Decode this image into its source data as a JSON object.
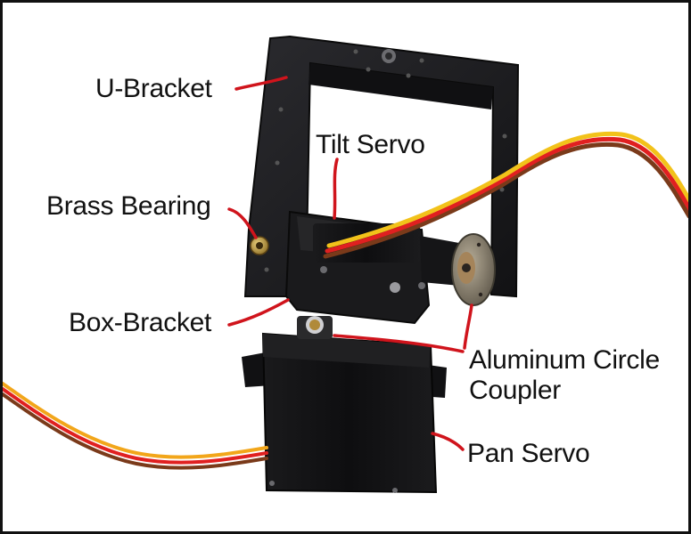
{
  "labels": {
    "u_bracket": "U-Bracket",
    "tilt_servo": "Tilt Servo",
    "brass_bearing": "Brass Bearing",
    "box_bracket": "Box-Bracket",
    "aluminum_circle_coupler": "Aluminum Circle\nCoupler",
    "pan_servo": "Pan Servo"
  },
  "colors": {
    "frame_border": "#111111",
    "leader_line": "#d0141c",
    "bracket": "#1c1c1e",
    "servo_body": "#141416",
    "wire_brown": "#7a3a1a",
    "wire_red": "#e02020",
    "wire_yellow": "#f2c21a",
    "brass": "#c9a24a",
    "aluminum": "#8a8272"
  }
}
